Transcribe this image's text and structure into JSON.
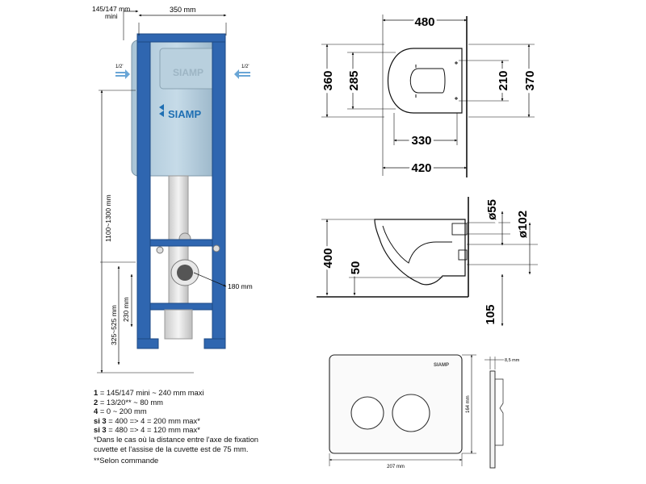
{
  "frame": {
    "dims": {
      "mini": "145/147 mm\nmini",
      "width": "350 mm",
      "height_total": "1100~1300 mm",
      "height_low": "325~525 mm",
      "height_230": "230 mm",
      "depth": "180 mm",
      "pipe_left": "1/2'",
      "pipe_right": "1/2'"
    },
    "brand": "SIAMP"
  },
  "bowl_top": {
    "dims": {
      "w480": "480",
      "w330": "330",
      "w420": "420",
      "h360": "360",
      "h285": "285",
      "h210": "210",
      "h370": "370"
    }
  },
  "bowl_side": {
    "dims": {
      "h400": "400",
      "h50": "50",
      "d55": "ø55",
      "d102": "ø102",
      "h105": "105"
    }
  },
  "plate": {
    "brand": "SIAMP",
    "dims": {
      "width": "207 mm",
      "height": "164 mm",
      "thickness": "8,5 mm"
    }
  },
  "legend": {
    "line1_num": "1",
    "line1_text": " = 145/147 mini ~ 240 mm maxi",
    "line2_num": "2",
    "line2_text": " = 13/20** ~ 80 mm",
    "line3_num": "4",
    "line3_text": " = 0 ~ 200 mm",
    "line4_bold": "si 3",
    "line4_text": " = 400 => 4 = 200 mm max*",
    "line5_bold": "si 3",
    "line5_text": " = 480 => 4 = 120 mm max*",
    "note1": "*Dans le cas où la distance entre l'axe de fixation",
    "note2": "cuvette et l'assise de la cuvette est de 75 mm.",
    "note3": "**Selon commande"
  }
}
